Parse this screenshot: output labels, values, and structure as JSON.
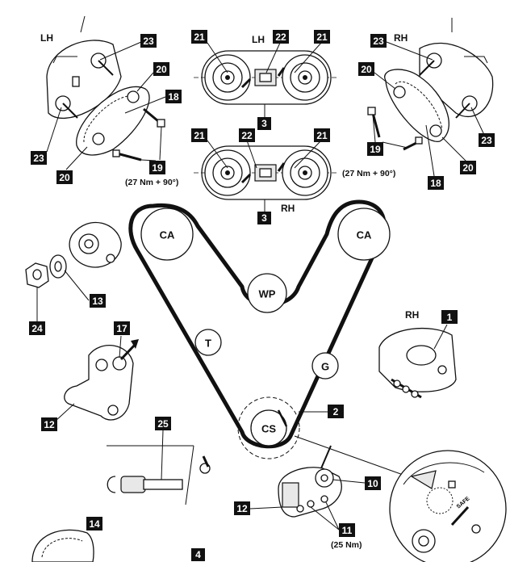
{
  "labels": {
    "lh_top_left": "LH",
    "lh_center": "LH",
    "rh_top_right": "RH",
    "rh_center": "RH",
    "rh_right": "RH"
  },
  "callouts": {
    "c21a": "21",
    "c22a": "22",
    "c21b": "21",
    "c3a": "3",
    "c21c": "21",
    "c22b": "22",
    "c21d": "21",
    "c3b": "3",
    "c23a": "23",
    "c20a": "20",
    "c18a": "18",
    "c23b": "23",
    "c20b": "20",
    "c19a": "19",
    "c23c": "23",
    "c20c": "20",
    "c19b": "19",
    "c23d": "23",
    "c20d": "20",
    "c18b": "18",
    "c13": "13",
    "c24": "24",
    "c17": "17",
    "c12a": "12",
    "c25": "25",
    "c1": "1",
    "c2": "2",
    "c10": "10",
    "c12b": "12",
    "c11": "11",
    "c14": "14",
    "c4": "4"
  },
  "torques": {
    "left": "(27 Nm + 90°)",
    "right": "(27 Nm + 90°)",
    "tensioner": "(25 Nm)"
  },
  "pulleys": {
    "ca_left": "CA",
    "ca_right": "CA",
    "wp": "WP",
    "t": "T",
    "g": "G",
    "cs": "CS"
  },
  "detail_text": {
    "safe": "SAFE"
  }
}
